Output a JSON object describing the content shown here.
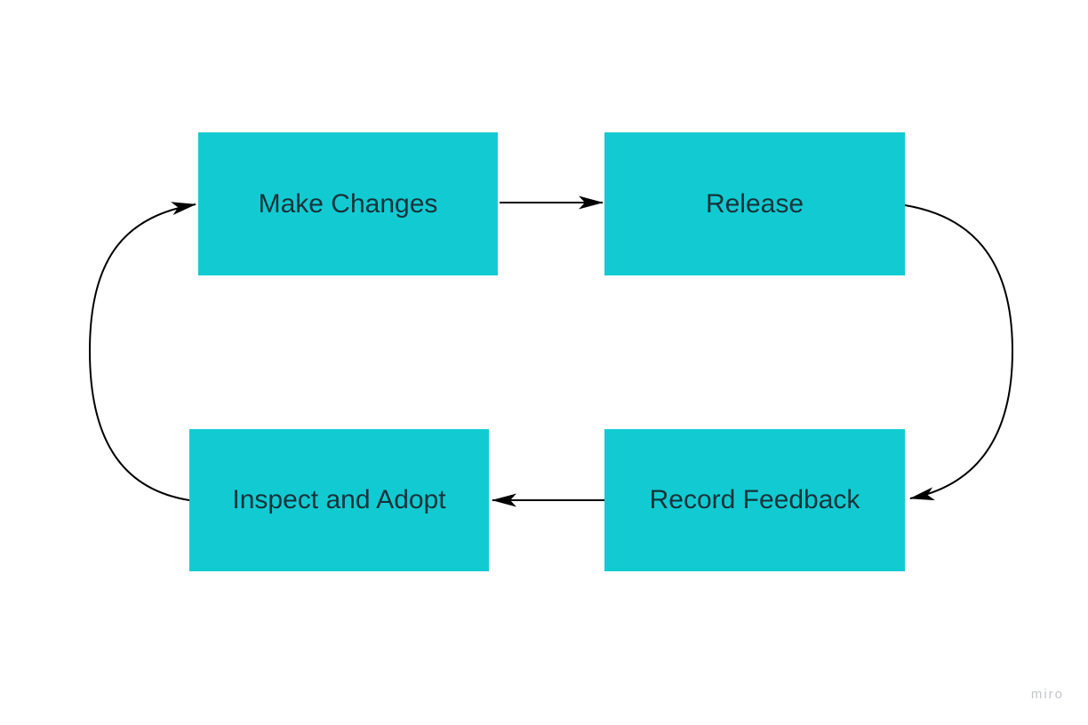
{
  "diagram": {
    "type": "flowchart-cycle",
    "nodes": [
      {
        "id": "make-changes",
        "label": "Make Changes"
      },
      {
        "id": "release",
        "label": "Release"
      },
      {
        "id": "record-feedback",
        "label": "Record Feedback"
      },
      {
        "id": "inspect-and-adopt",
        "label": "Inspect and Adopt"
      }
    ],
    "edges": [
      {
        "from": "make-changes",
        "to": "release"
      },
      {
        "from": "release",
        "to": "record-feedback"
      },
      {
        "from": "record-feedback",
        "to": "inspect-and-adopt"
      },
      {
        "from": "inspect-and-adopt",
        "to": "make-changes"
      }
    ]
  },
  "colors": {
    "background": "#ffffff",
    "node_fill": "#12cbd2",
    "node_text": "#15323a",
    "arrow": "#000000",
    "watermark": "#c3c5cb"
  },
  "watermark": {
    "label": "miro"
  }
}
